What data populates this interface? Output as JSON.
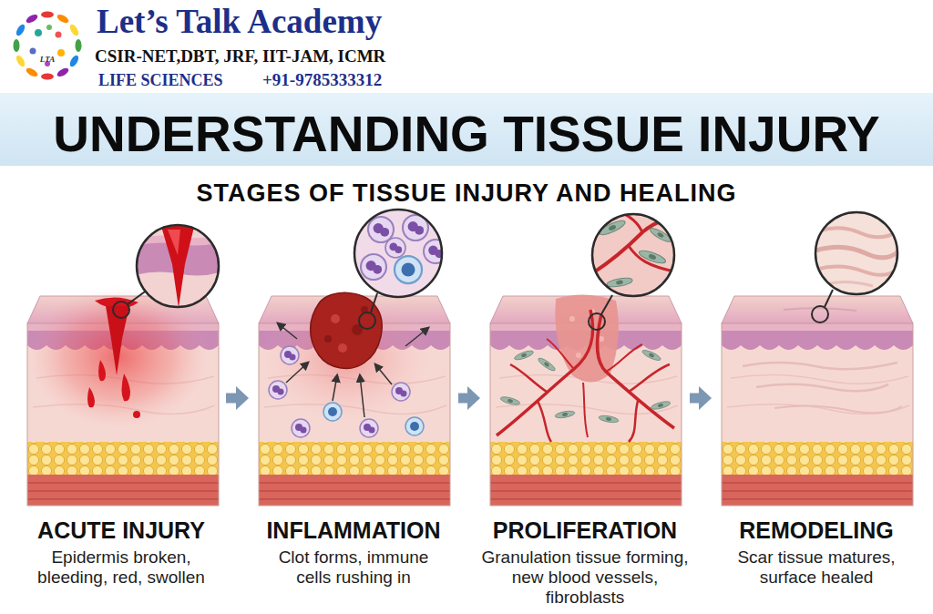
{
  "diagram": {
    "title": "UNDERSTANDING TISSUE INJURY",
    "nodes": [
      {
        "text": [
          "ACUTE INJURY",
          "Epidermis broken, bleeding, red, swollen"
        ]
      },
      {
        "text": [
          "INFLAMMATION",
          "Clot forms, immune cells rushing in"
        ]
      },
      {
        "text": [
          "PROLIFERATION",
          "Granulation tissue forming, new blood vessels, fibroblasts"
        ]
      },
      {
        "text": [
          "REMODELING",
          "Scar tissue matures, surface healed"
        ]
      }
    ],
    "edges": [
      {
        "from": 0,
        "to": 1,
        "arrow": "to"
      },
      {
        "from": 1,
        "to": 2,
        "arrow": "to"
      },
      {
        "from": 2,
        "to": 3,
        "arrow": "to"
      }
    ],
    "labels": [
      "Let’s Talk Academy",
      "CSIR-NET,DBT, JRF, IIT-JAM, ICMR",
      "LIFE SCIENCES",
      "+91-9785333312",
      "LTA",
      "STAGES OF TISSUE INJURY AND HEALING"
    ]
  }
}
